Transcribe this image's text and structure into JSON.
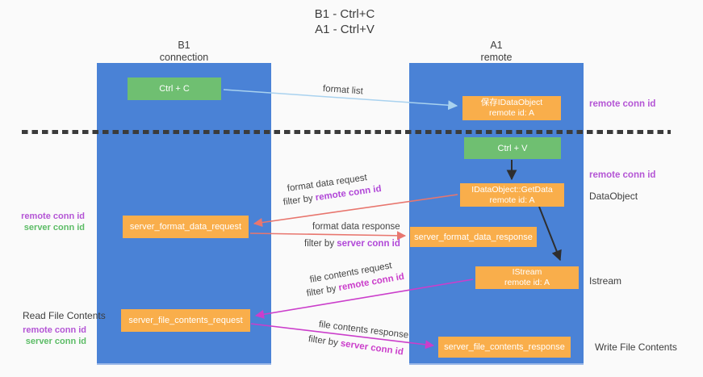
{
  "title": {
    "line1": "B1 - Ctrl+C",
    "line2": "A1 - Ctrl+V"
  },
  "lanes": {
    "left": {
      "title": "B1",
      "subtitle": "connection"
    },
    "right": {
      "title": "A1",
      "subtitle": "remote"
    }
  },
  "nodes": {
    "ctrl_c": {
      "label": "Ctrl + C"
    },
    "save_dataobject": {
      "line1": "保存IDataObject",
      "line2": "remote id: A"
    },
    "ctrl_v": {
      "label": "Ctrl + V"
    },
    "getdata": {
      "line1": "IDataObject::GetData",
      "line2": "remote id: A"
    },
    "format_request": {
      "label": "server_format_data_request"
    },
    "format_response": {
      "label": "server_format_data_response"
    },
    "istream": {
      "line1": "IStream",
      "line2": "remote id: A"
    },
    "file_request": {
      "label": "server_file_contents_request"
    },
    "file_response": {
      "label": "server_file_contents_response"
    }
  },
  "flows": {
    "format_list": {
      "label": "format list"
    },
    "format_request": {
      "line1": "format data request",
      "line2_prefix": "filter by ",
      "line2_key": "remote conn id"
    },
    "format_response": {
      "line1": "format data response",
      "line2_prefix": "filter by ",
      "line2_key": "server conn id"
    },
    "file_request": {
      "line1": "file contents request",
      "line2_prefix": "filter by ",
      "line2_key": "remote conn id"
    },
    "file_response": {
      "line1": "file contents response",
      "line2_prefix": "filter by ",
      "line2_key": "server conn id"
    }
  },
  "side_labels": {
    "left_format_remote": "remote conn id",
    "left_format_server": "server conn id",
    "read_file_contents": "Read File Contents",
    "left_file_remote": "remote conn id",
    "left_file_server": "server conn id",
    "right_top_remote": "remote conn id",
    "right_mid_remote": "remote conn id",
    "dataobject": "DataObject",
    "istream": "Istream",
    "write_file_contents": "Write File Contents"
  },
  "colors": {
    "lane_blue": "#4a82d6",
    "node_green": "#6fbf71",
    "node_orange": "#f9ae4b",
    "purple_label": "#b455d5",
    "green_label": "#5cbc66",
    "salmon_arrow": "#e8766e",
    "magenta_arrow": "#cb3ecb",
    "light_blue_arrow": "#a9d2ef",
    "black_arrow": "#2e2e2e",
    "background": "#fafafa"
  }
}
